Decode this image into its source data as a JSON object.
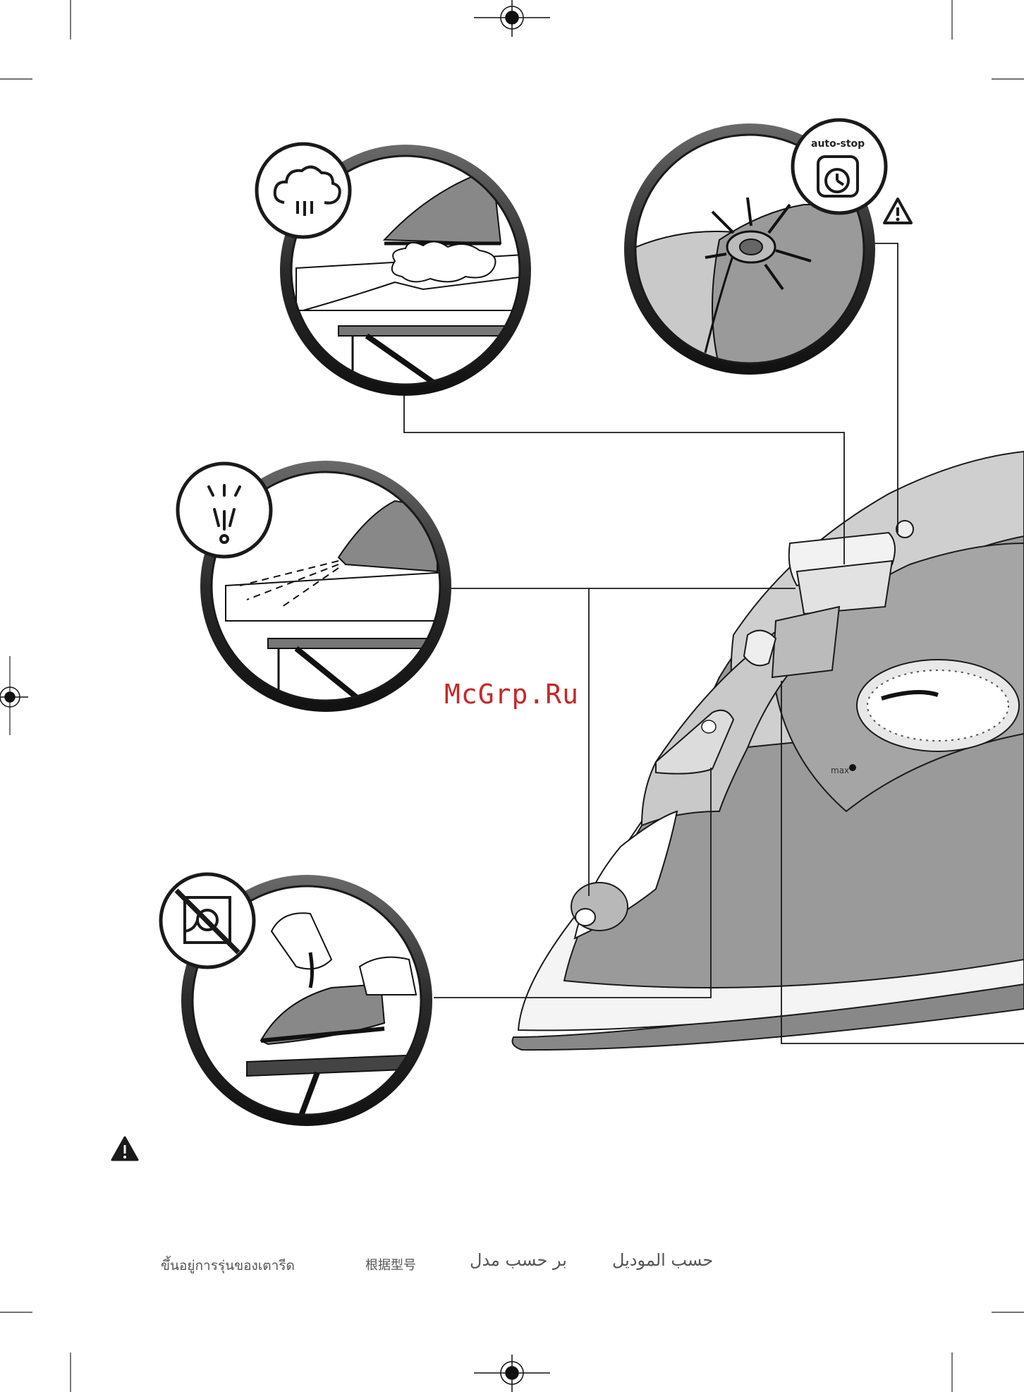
{
  "watermark": "McGrp.Ru",
  "icons": {
    "auto_stop_label": "auto-stop",
    "iron_max_label": "max"
  },
  "model_notes": {
    "thai": "ขึ้นอยู่การรุ่นของเตารีด",
    "chinese": "根据型号",
    "persian": "بر حسب مدل",
    "arabic": "حسب الموديل"
  },
  "colors": {
    "iron_body": "#999999",
    "iron_light": "#cfcfcf",
    "outline": "#1a1a1a",
    "ring": "#2b2b2b",
    "watermark": "#c62828"
  }
}
